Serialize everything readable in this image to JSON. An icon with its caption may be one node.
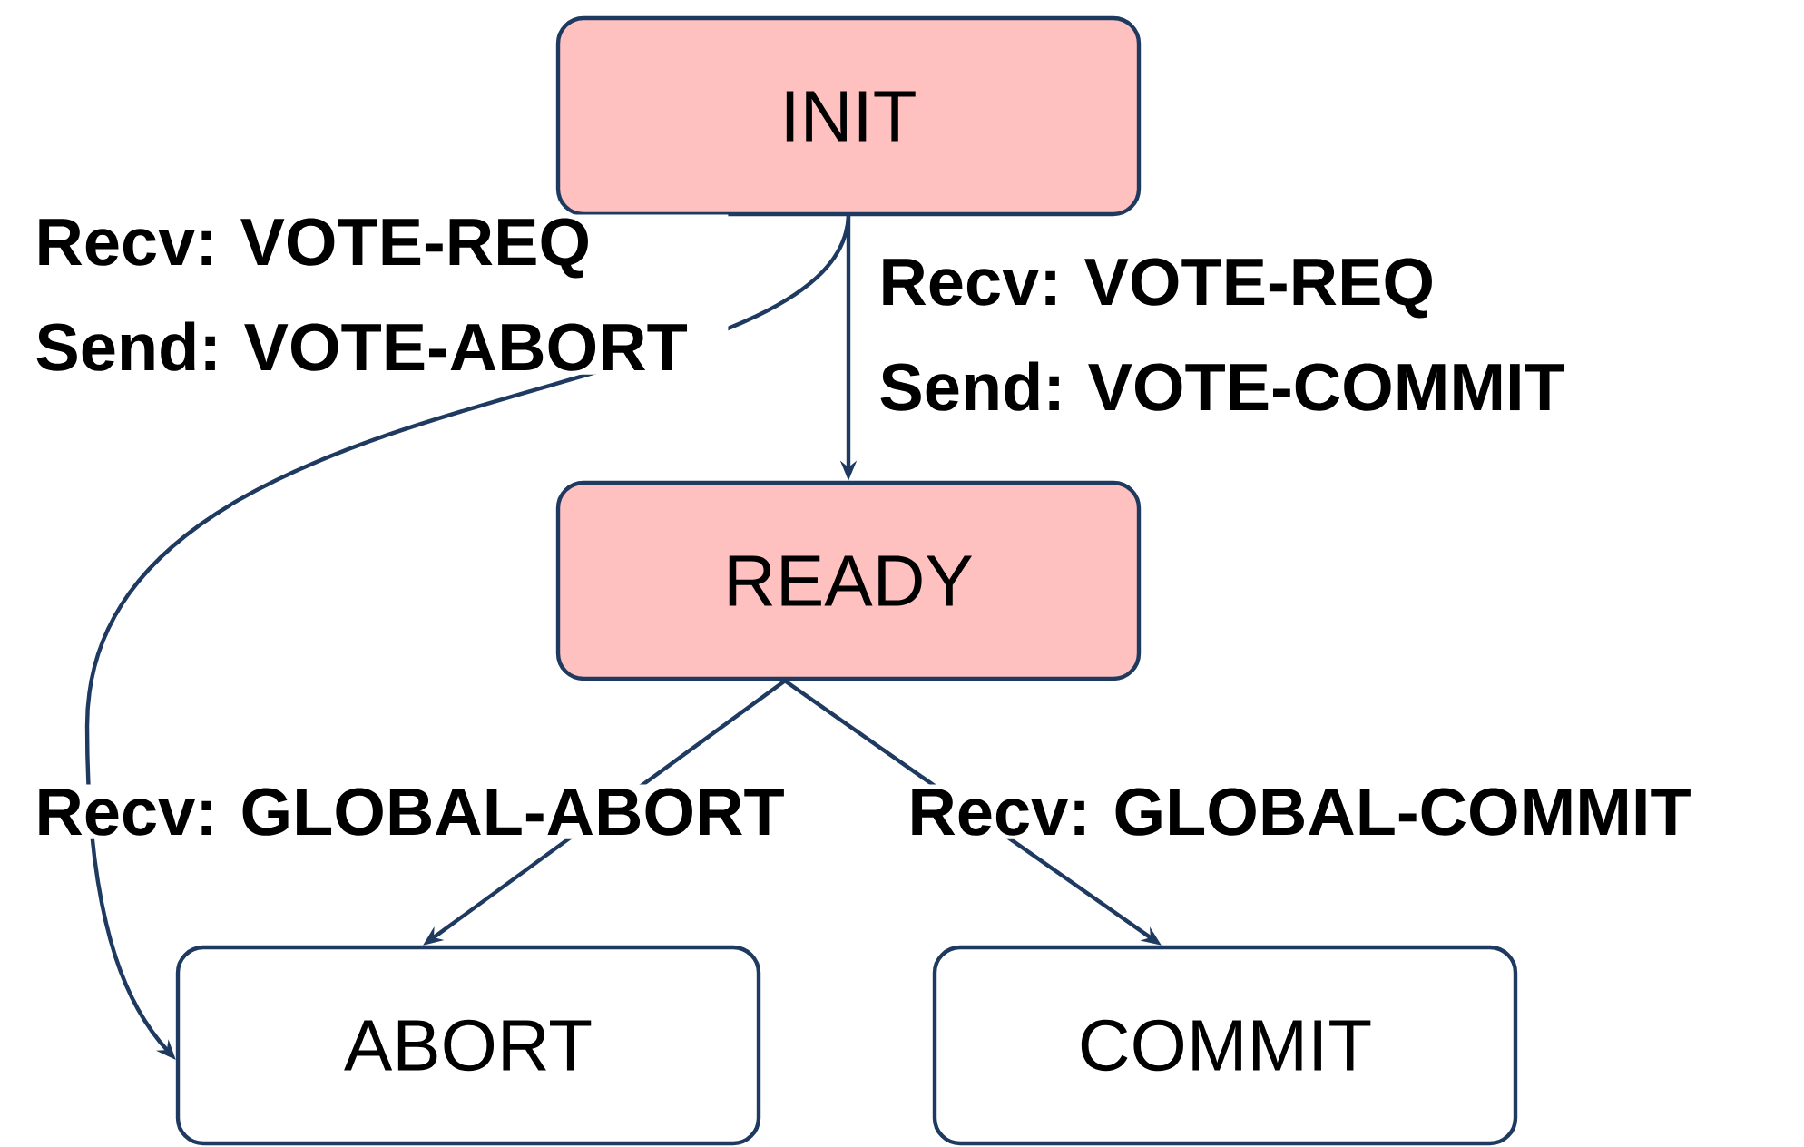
{
  "diagram": {
    "nodes": [
      {
        "text": [
          "INIT"
        ]
      },
      {
        "text": [
          "READY"
        ]
      },
      {
        "text": [
          "ABORT"
        ]
      },
      {
        "text": [
          "COMMIT"
        ]
      }
    ],
    "edges": [
      {
        "from": 0,
        "to": 1,
        "arrow": "to",
        "label": "Recv: VOTE-REQ Send: VOTE-COMMIT"
      },
      {
        "from": 0,
        "to": 2,
        "arrow": "to",
        "label": "Recv: VOTE-REQ Send: VOTE-ABORT"
      },
      {
        "from": 1,
        "to": 2,
        "arrow": "to",
        "label": "Recv: GLOBAL-ABORT"
      },
      {
        "from": 1,
        "to": 3,
        "arrow": "to",
        "label": "Recv: GLOBAL-COMMIT"
      }
    ]
  }
}
